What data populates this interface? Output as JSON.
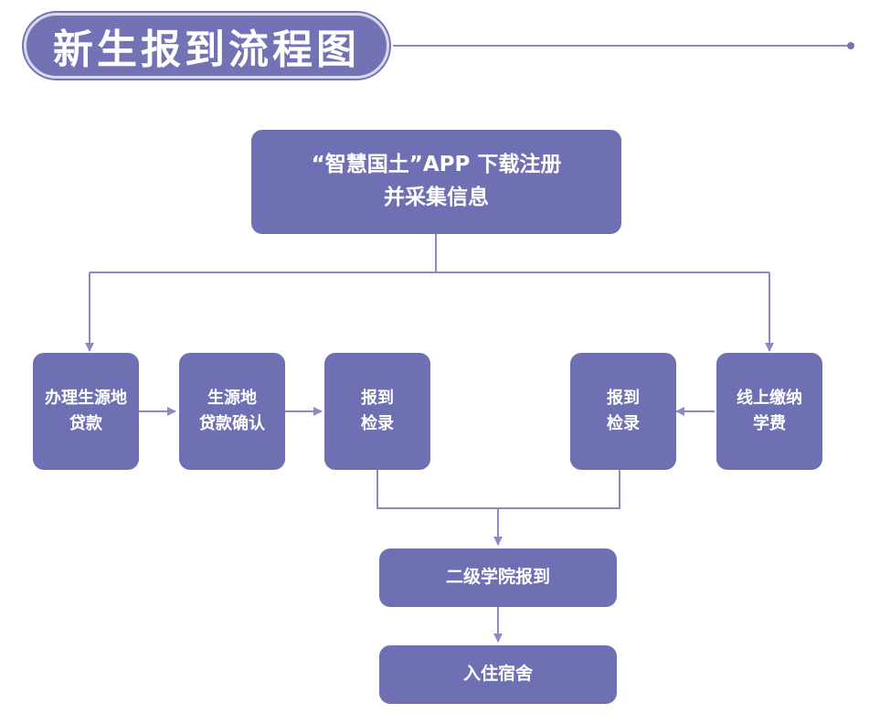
{
  "title": "新生报到流程图",
  "colors": {
    "node_fill": "#6f70b3",
    "title_fill": "#7272b4",
    "connector": "#8a8ac4",
    "text": "#ffffff"
  },
  "nodes": {
    "app_register": {
      "line1": "“智慧国土”APP 下载注册",
      "line2": "并采集信息"
    },
    "loan_apply": {
      "line1": "办理生源地",
      "line2": "贷款"
    },
    "loan_confirm": {
      "line1": "生源地",
      "line2": "贷款确认"
    },
    "checkin_left": {
      "line1": "报到",
      "line2": "检录"
    },
    "checkin_right": {
      "line1": "报到",
      "line2": "检录"
    },
    "online_pay": {
      "line1": "线上缴纳",
      "line2": "学费"
    },
    "college_register": {
      "line1": "二级学院报到"
    },
    "dorm": {
      "line1": "入住宿舍"
    }
  }
}
